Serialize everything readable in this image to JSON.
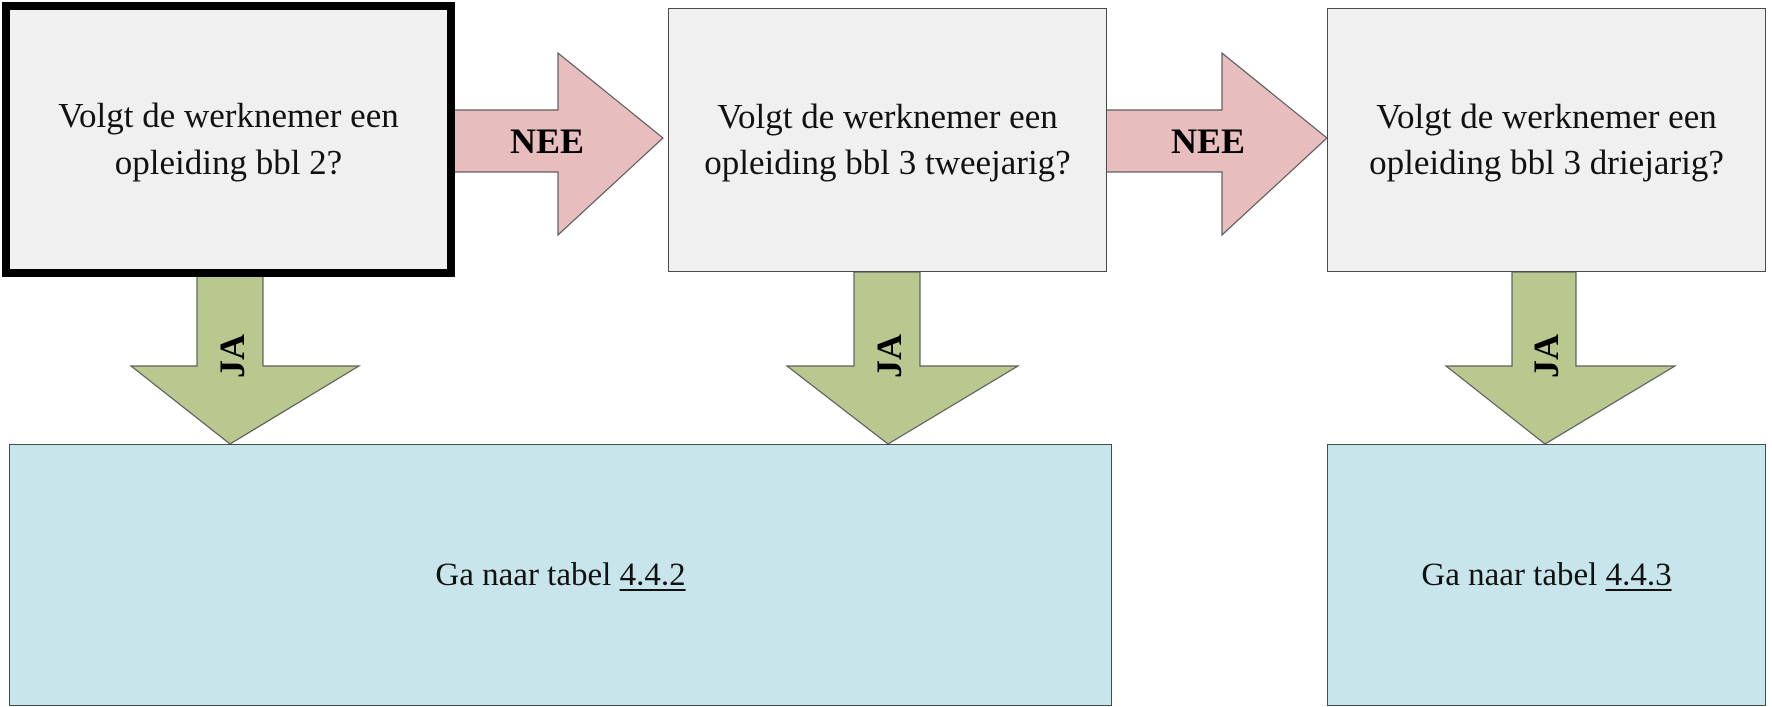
{
  "questions": [
    {
      "line1": "Volgt de werknemer een",
      "line2": "opleiding bbl 2?"
    },
    {
      "line1": "Volgt de werknemer een",
      "line2": "opleiding bbl 3 tweejarig?"
    },
    {
      "line1": "Volgt de werknemer een",
      "line2": "opleiding bbl 3 driejarig?"
    }
  ],
  "labels": {
    "no": "NEE",
    "yes": "JA"
  },
  "results": [
    {
      "text": "Ga naar tabel ",
      "link": "4.4.2"
    },
    {
      "text": "Ga naar tabel ",
      "link": "4.4.3"
    }
  ],
  "colors": {
    "question_fill": "#f0f0f0",
    "no_arrow_fill": "#e7bdbd",
    "yes_arrow_fill": "#b8c88f",
    "result_fill": "#c9e5ec"
  }
}
